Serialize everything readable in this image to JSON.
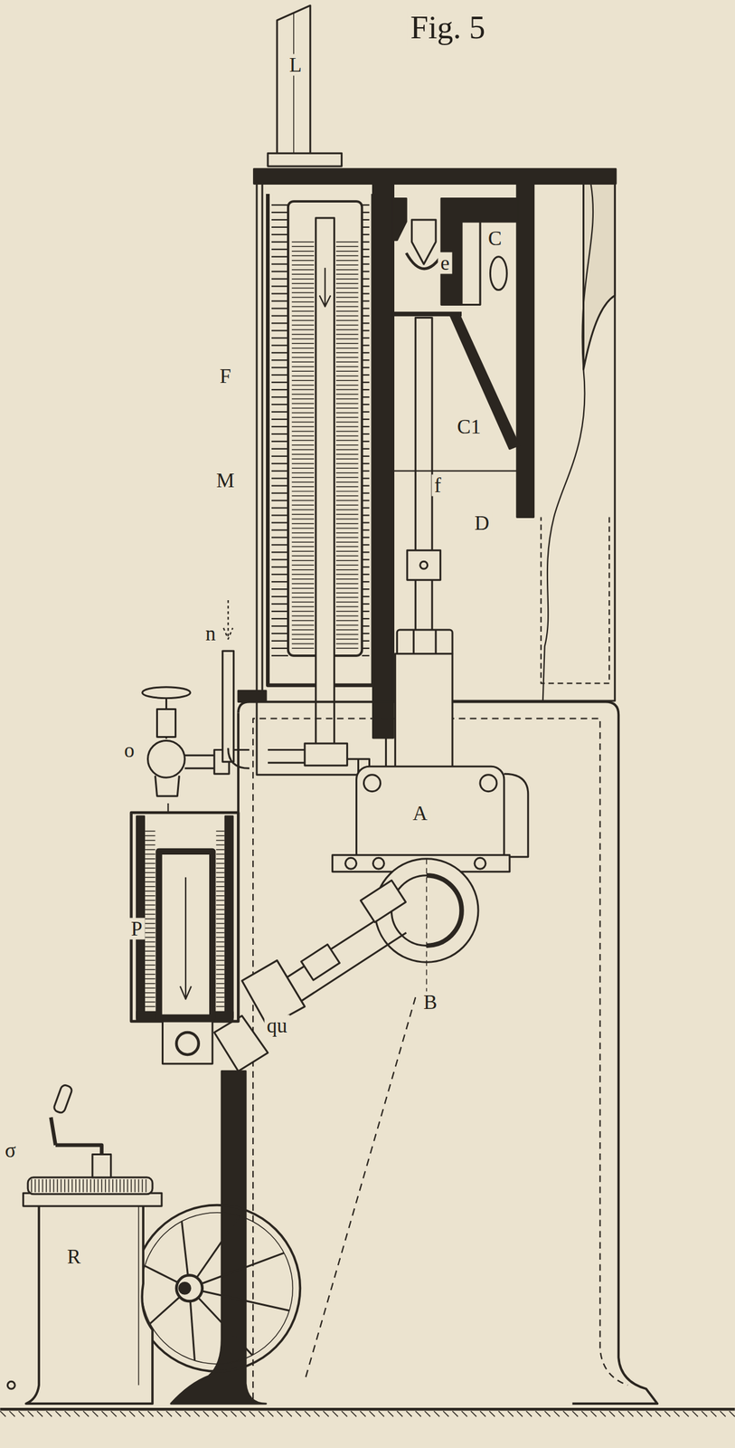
{
  "diagram": {
    "title": "Fig. 5",
    "labels": [
      "L",
      "F",
      "M",
      "e",
      "C",
      "C1",
      "f",
      "D",
      "n",
      "o",
      "A",
      "P",
      "B",
      "qu",
      "R",
      "σ"
    ]
  }
}
